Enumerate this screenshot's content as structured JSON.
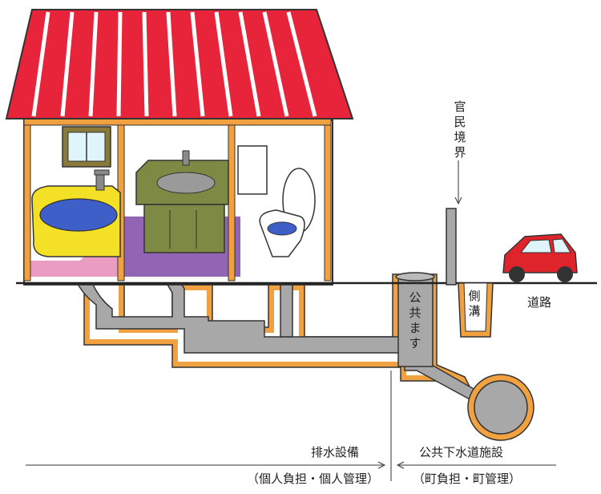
{
  "labels": {
    "boundary": "官民境界",
    "public_basin": "公共ます",
    "side_ditch": "側溝",
    "road": "道路",
    "private_side_title": "排水設備",
    "private_side_note": "（個人負担・個人管理）",
    "public_side_title": "公共下水道施設",
    "public_side_note": "（町負担・町管理）"
  },
  "colors": {
    "roof": "#e8243b",
    "pipe": "#a8a8a8",
    "trench": "#f2a141",
    "bathtub": "#f4e026",
    "water": "#3d5fc7",
    "cabinet": "#7e8a44",
    "floor": "#7a57b0",
    "car": "#e0242c"
  },
  "icons": [
    "bathtub-icon",
    "sink-icon",
    "toilet-icon",
    "window-icon",
    "car-icon"
  ]
}
